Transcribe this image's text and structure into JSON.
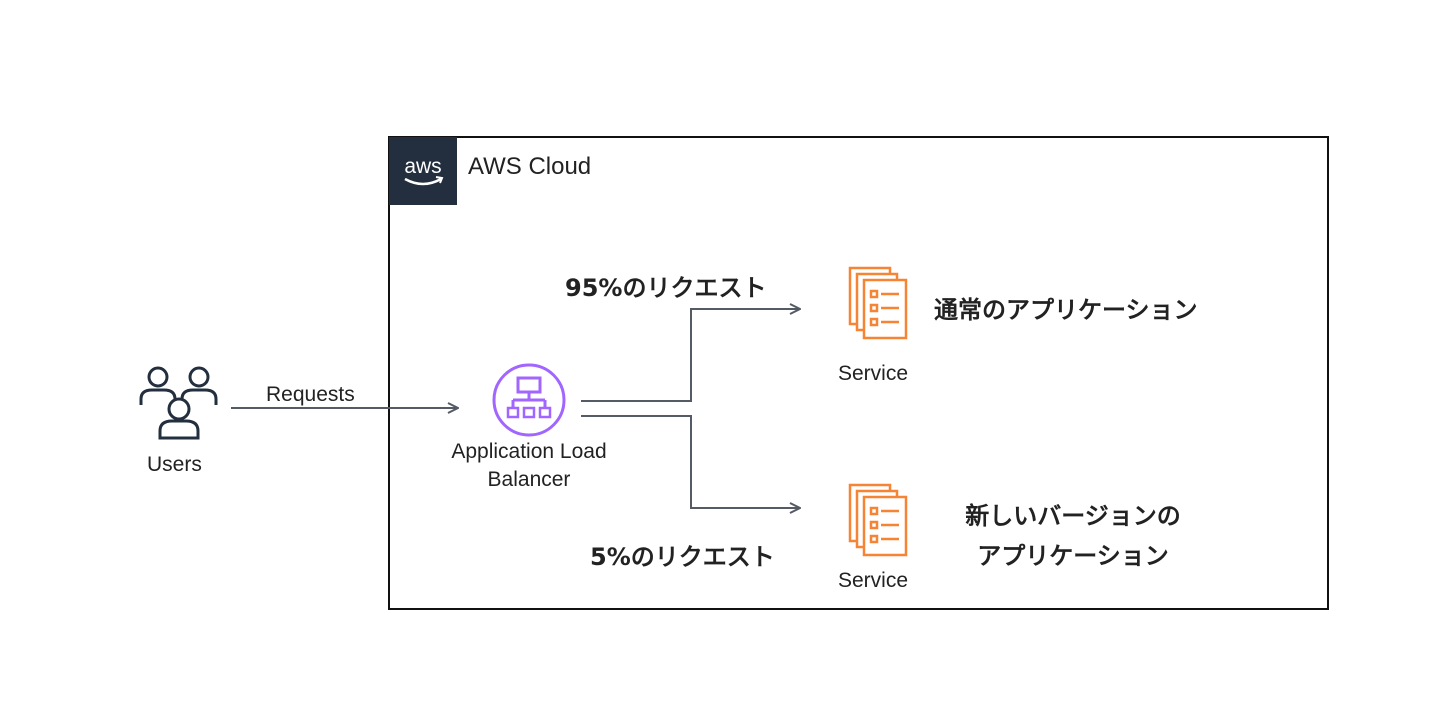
{
  "cloud": {
    "title": "AWS Cloud",
    "logo_text": "aws"
  },
  "users": {
    "label": "Users"
  },
  "requests_label": "Requests",
  "alb": {
    "label_line1": "Application Load",
    "label_line2": "Balancer"
  },
  "routes": [
    {
      "percent_label": "95%のリクエスト",
      "service_label": "Service",
      "description_lines": [
        "通常のアプリケーション"
      ]
    },
    {
      "percent_label": "5%のリクエスト",
      "service_label": "Service",
      "description_lines": [
        "新しいバージョンの",
        "アプリケーション"
      ]
    }
  ],
  "colors": {
    "aws_dark": "#232f3e",
    "connector": "#545b64",
    "alb_purple": "#a166ff",
    "service_orange": "#f58534",
    "border": "#111111"
  }
}
